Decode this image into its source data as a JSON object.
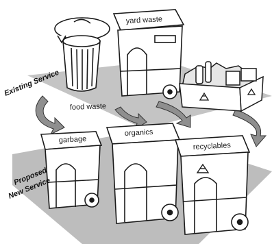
{
  "side_labels": {
    "existing": "Existing Service",
    "proposed_line1": "Proposed",
    "proposed_line2": "New Service"
  },
  "labels": {
    "yard_waste": "yard waste",
    "food_waste": "food waste",
    "garbage": "garbage",
    "organics": "organics",
    "recyclables": "recyclables"
  },
  "colors": {
    "outline": "#1a1a1a",
    "plane": "#b8b8b8",
    "arrow": "#8a8a8a",
    "bin_fill": "#ffffff"
  },
  "icons": [
    "recycle-icon"
  ]
}
